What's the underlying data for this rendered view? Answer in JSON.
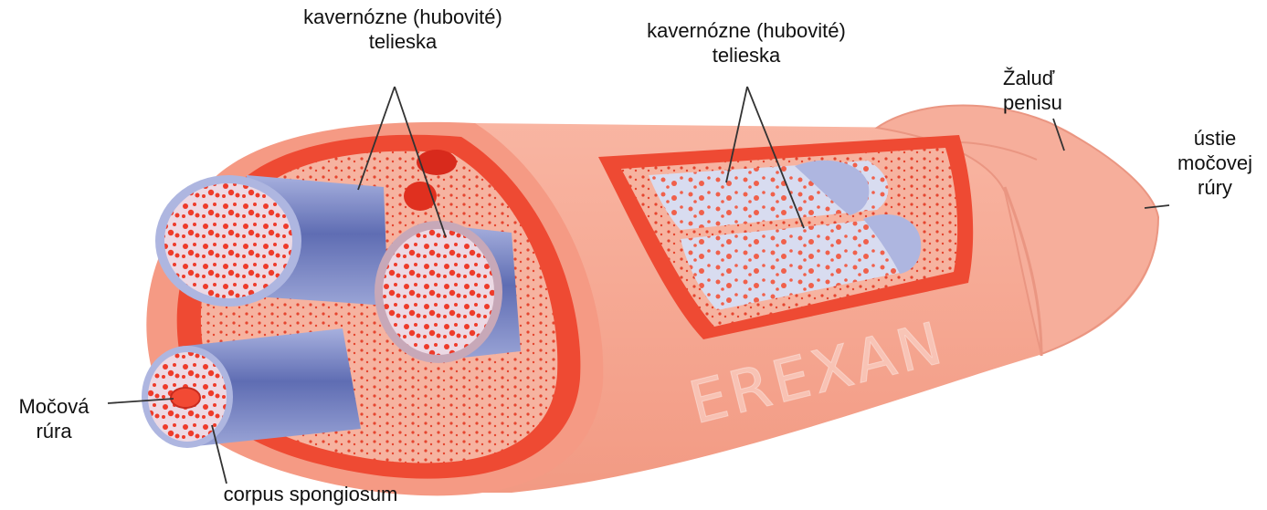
{
  "labels": {
    "cavernous_left": [
      "kavernózne (hubovité)",
      "telieska"
    ],
    "cavernous_right": [
      "kavernózne (hubovité)",
      "telieska"
    ],
    "glans": [
      "Žaluď",
      "penisu"
    ],
    "meatus": [
      "ústie",
      "močovej",
      "rúry"
    ],
    "urethra": [
      "Močová",
      "rúra"
    ],
    "spongiosum": "corpus spongiosum"
  },
  "watermark": "EREXAN",
  "colors": {
    "skin": "#f7a48f",
    "skin_dark": "#e98a74",
    "tissue_red": "#ee3b2a",
    "tunica": "#f8c4b2",
    "sponge_bg": "#dfe1f2",
    "vessel_blue": "#6f7bbd",
    "line": "#333333"
  }
}
